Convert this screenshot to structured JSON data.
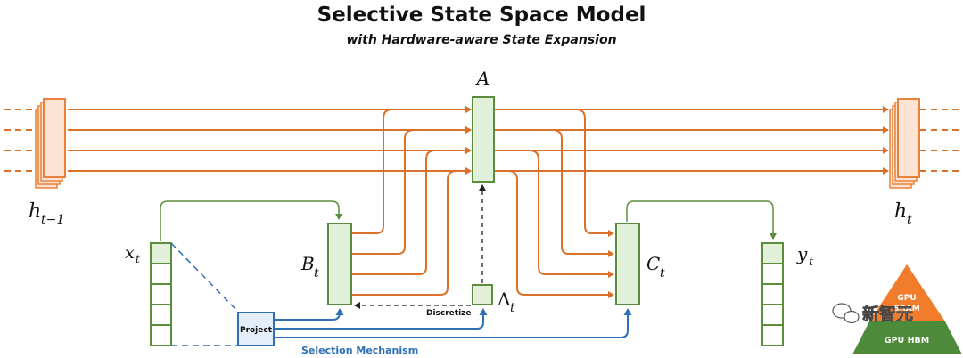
{
  "title": "Selective State Space Model",
  "subtitle": "with Hardware-aware State Expansion",
  "labels": {
    "A": "A",
    "h_prev": "h",
    "h_prev_sub": "t−1",
    "h_curr": "h",
    "h_curr_sub": "t",
    "x": "x",
    "x_sub": "t",
    "B": "B",
    "B_sub": "t",
    "C": "C",
    "C_sub": "t",
    "y": "y",
    "y_sub": "t",
    "delta": "Δ",
    "delta_sub": "t",
    "project": "Project",
    "discretize": "Discretize",
    "selection_mechanism": "Selection Mechanism"
  },
  "memory_pyramid": {
    "top": "GPU",
    "top_sub": "SRAM",
    "bottom": "GPU HBM"
  },
  "watermark": "新智元",
  "colors": {
    "orange": "#d9712b",
    "green": "#5b8d3a",
    "green_fill": "#e2f0d9",
    "blue": "#2e6fb5",
    "pink_fill": "#fde3d3",
    "pyramid_top": "#f07c2c",
    "pyramid_bottom": "#4d8a3a"
  }
}
